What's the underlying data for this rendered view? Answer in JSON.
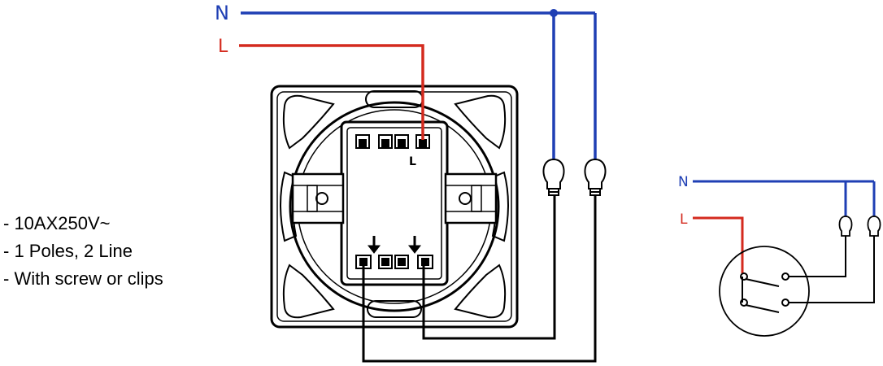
{
  "labels": {
    "neutral": "N",
    "live": "L",
    "terminal_live": "L",
    "schematic_neutral": "N",
    "schematic_live": "L"
  },
  "specs": [
    "- 10AX250V~",
    "- 1 Poles, 2 Line",
    "- With screw or clips"
  ],
  "colors": {
    "neutral_wire": "#1f3fb4",
    "live_wire": "#d42a1e",
    "load_wire": "#000000",
    "neutral_label": "#1f3fb4",
    "live_label": "#d42a1e"
  }
}
